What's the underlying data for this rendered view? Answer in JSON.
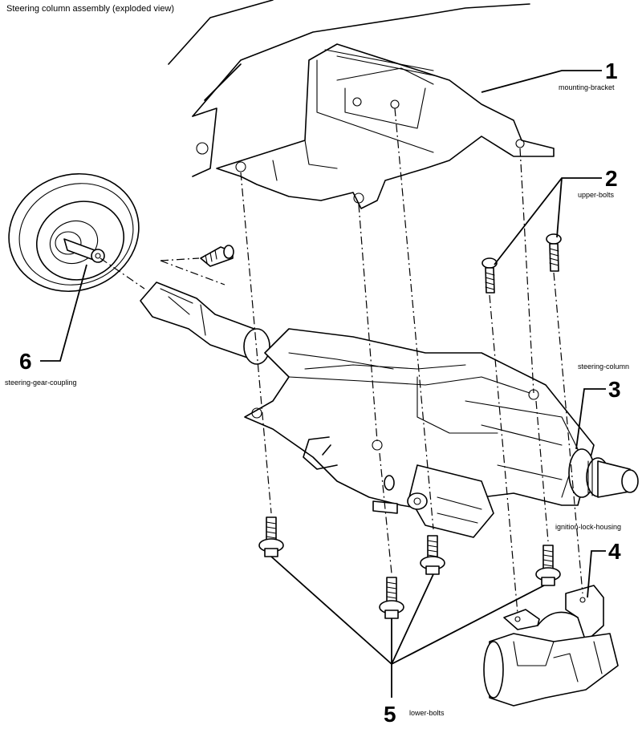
{
  "diagram": {
    "subject": "Steering column assembly (exploded view)",
    "line_color": "#000000",
    "background_color": "#ffffff",
    "callouts": [
      {
        "id": "1",
        "label": "1",
        "part": "mounting-bracket"
      },
      {
        "id": "2",
        "label": "2",
        "part": "upper-bolts"
      },
      {
        "id": "3",
        "label": "3",
        "part": "steering-column"
      },
      {
        "id": "4",
        "label": "4",
        "part": "ignition-lock-housing"
      },
      {
        "id": "5",
        "label": "5",
        "part": "lower-bolts"
      },
      {
        "id": "6",
        "label": "6",
        "part": "steering-gear-coupling"
      }
    ]
  }
}
